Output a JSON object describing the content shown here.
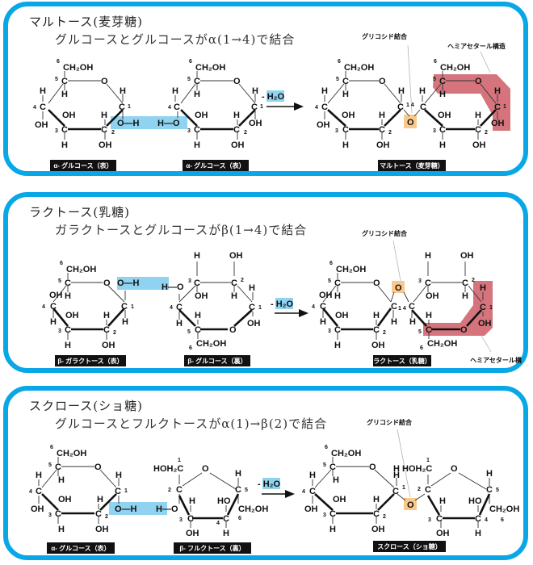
{
  "colors": {
    "panel_border": "#0aa7e6",
    "water_highlight": "#8fd3f0",
    "glycosidic_highlight": "#f8c98a",
    "hemiacetal_highlight": "#d5747c",
    "label_bg": "#111111"
  },
  "panels": [
    {
      "title": "マルトース(麦芽糖)",
      "subtitle": "グルコースとグルコースがα(1→4)で結合",
      "reactant1_label": "α- グルコース（表）",
      "reactant2_label": "α- グルコース（表）",
      "product_label": "マルトース（麦芽糖）",
      "water": "- H₂O",
      "glycosidic_annotation": "グリコシド結合",
      "hemiacetal_annotation": "ヘミアセタール構造"
    },
    {
      "title": "ラクトース(乳糖)",
      "subtitle": "ガラクトースとグルコースがβ(1→4)で結合",
      "reactant1_label": "β- ガラクトース（表）",
      "reactant2_label": "β- グルコース（裏）",
      "product_label": "ラクトース（乳糖）",
      "water": "- H₂O",
      "glycosidic_annotation": "グリコシド結合",
      "hemiacetal_annotation": "ヘミアセタール構"
    },
    {
      "title": "スクロース(ショ糖)",
      "subtitle": "グルコースとフルクトースがα(1)→β(2)で結合",
      "reactant1_label": "α- グルコース（表）",
      "reactant2_label": "β- フルクトース（裏）",
      "product_label": "スクロース（ショ糖）",
      "water": "- H₂O",
      "glycosidic_annotation": "グリコシド結合"
    }
  ],
  "atoms": {
    "C": "C",
    "O": "O",
    "H": "H",
    "OH": "OH",
    "HO": "HO",
    "CH2OH": "CH₂OH",
    "HOH2C": "HOH₂C",
    "OH_bond": "O—H",
    "H_bond": "H—O",
    "n1": "1",
    "n2": "2",
    "n3": "3",
    "n4": "4",
    "n5": "5",
    "n6": "6",
    "n14": "1 4"
  }
}
